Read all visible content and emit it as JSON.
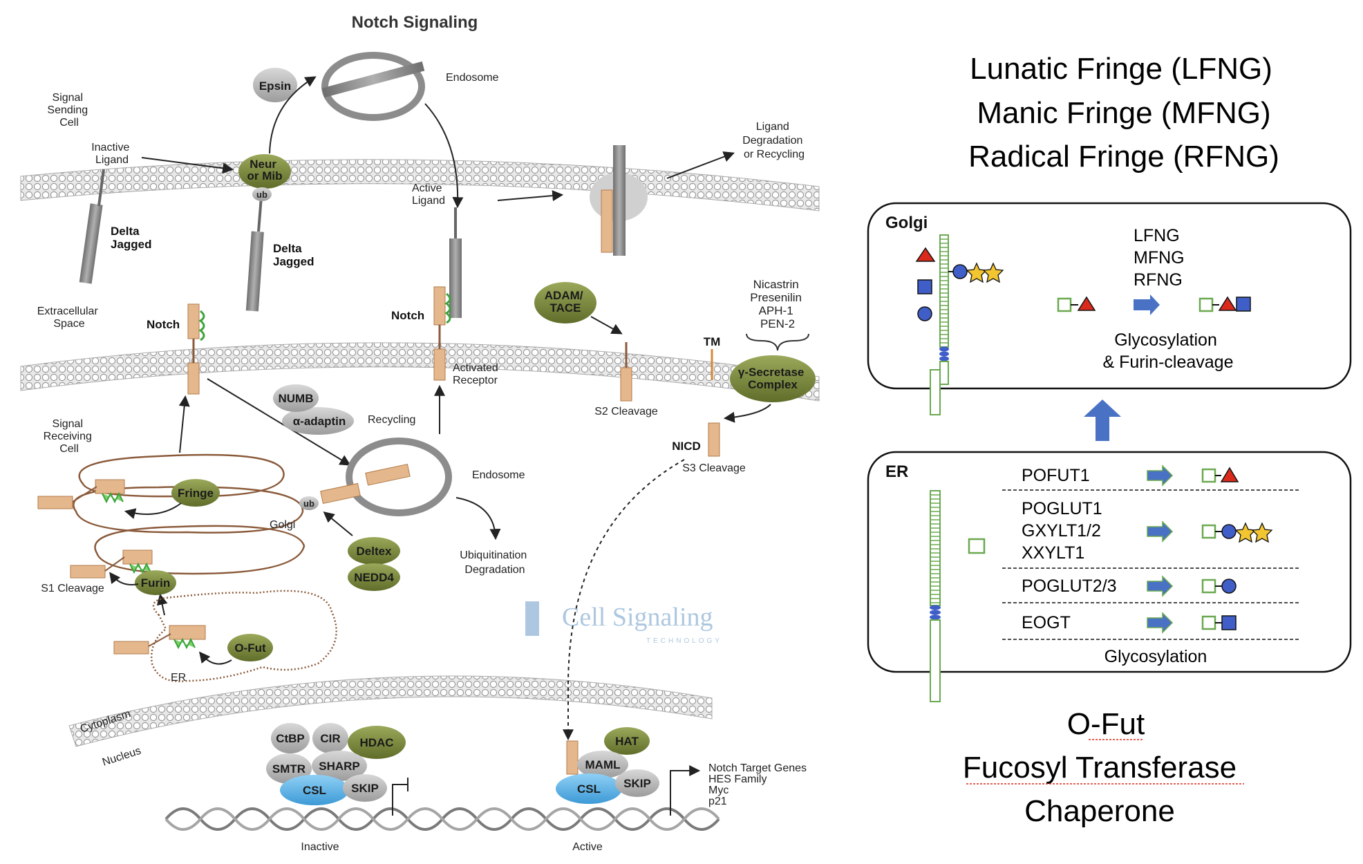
{
  "left_panel": {
    "title": "Notch Signaling",
    "signal_sending_cell": [
      "Signal",
      "Sending",
      "Cell"
    ],
    "inactive_ligand": [
      "Inactive",
      "Ligand"
    ],
    "epsin": "Epsin",
    "endosome_top": "Endosome",
    "neur_mib": [
      "Neur",
      "or Mib"
    ],
    "ub": "ub",
    "delta_jagged": [
      "Delta",
      "Jagged"
    ],
    "active_ligand": [
      "Active",
      "Ligand"
    ],
    "ligand_degradation": [
      "Ligand",
      "Degradation",
      "or Recycling"
    ],
    "extracellular_space": [
      "Extracellular",
      "Space"
    ],
    "notch": "Notch",
    "adam_tace": [
      "ADAM/",
      "TACE"
    ],
    "nicastrin_etc": [
      "Nicastrin",
      "Presenilin",
      "APH-1",
      "PEN-2"
    ],
    "tm": "TM",
    "gamma_secretase": [
      "γ-Secretase",
      "Complex"
    ],
    "activated_receptor": [
      "Activated",
      "Receptor"
    ],
    "s2_cleavage": "S2 Cleavage",
    "numb": "NUMB",
    "alpha_adaptin": "α-adaptin",
    "recycling": "Recycling",
    "signal_receiving_cell": [
      "Signal",
      "Receiving",
      "Cell"
    ],
    "nicd": "NICD",
    "s3_cleavage": "S3 Cleavage",
    "fringe": "Fringe",
    "endosome_mid": "Endosome",
    "golgi": "Golgi",
    "deltex": "Deltex",
    "nedd4": "NEDD4",
    "ubiquitination": [
      "Ubiquitination",
      "Degradation"
    ],
    "s1_cleavage": "S1 Cleavage",
    "furin": "Furin",
    "o_fut": "O-Fut",
    "er": "ER",
    "watermark_main": "Cell Signaling",
    "watermark_sub": "TECHNOLOGY",
    "cytoplasm": "Cytoplasm",
    "nucleus": "Nucleus",
    "ctbp": "CtBP",
    "cir": "CIR",
    "hdac": "HDAC",
    "smtr": "SMTR",
    "sharp": "SHARP",
    "csl": "CSL",
    "skip": "SKIP",
    "hat": "HAT",
    "maml": "MAML",
    "target_genes": [
      "Notch Target Genes",
      "HES Family",
      "Myc",
      "p21"
    ],
    "inactive": "Inactive",
    "active": "Active"
  },
  "right_panel": {
    "fringe_titles": [
      "Lunatic Fringe (LFNG)",
      "Manic Fringe (MFNG)",
      "Radical Fringe (RFNG)"
    ],
    "golgi_box": {
      "label": "Golgi",
      "enzymes": [
        "LFNG",
        "MFNG",
        "RFNG"
      ],
      "caption": [
        "Glycosylation",
        "& Furin-cleavage"
      ]
    },
    "er_box": {
      "label": "ER",
      "enzyme_rows": [
        {
          "names": [
            "POFUT1"
          ]
        },
        {
          "names": [
            "POGLUT1",
            "GXYLT1/2",
            "XXYLT1"
          ]
        },
        {
          "names": [
            "POGLUT2/3"
          ]
        },
        {
          "names": [
            "EOGT"
          ]
        }
      ],
      "caption": "Glycosylation"
    },
    "bottom_titles": [
      "O-Fut",
      "Fucosyl Transferase",
      "Chaperone"
    ]
  },
  "colors": {
    "olive": "#7b8a3c",
    "grey_pill": "#b5b5b5",
    "blue_csl": "#5ab2e6",
    "tan": "#e4b88c",
    "green_outline": "#7bb04a",
    "red": "#d92a1c",
    "blue_square": "#3f5ec8",
    "yellow_star": "#f2c531",
    "arrow_blue": "#4a72c4",
    "arrow_green": "#6aa84f"
  }
}
